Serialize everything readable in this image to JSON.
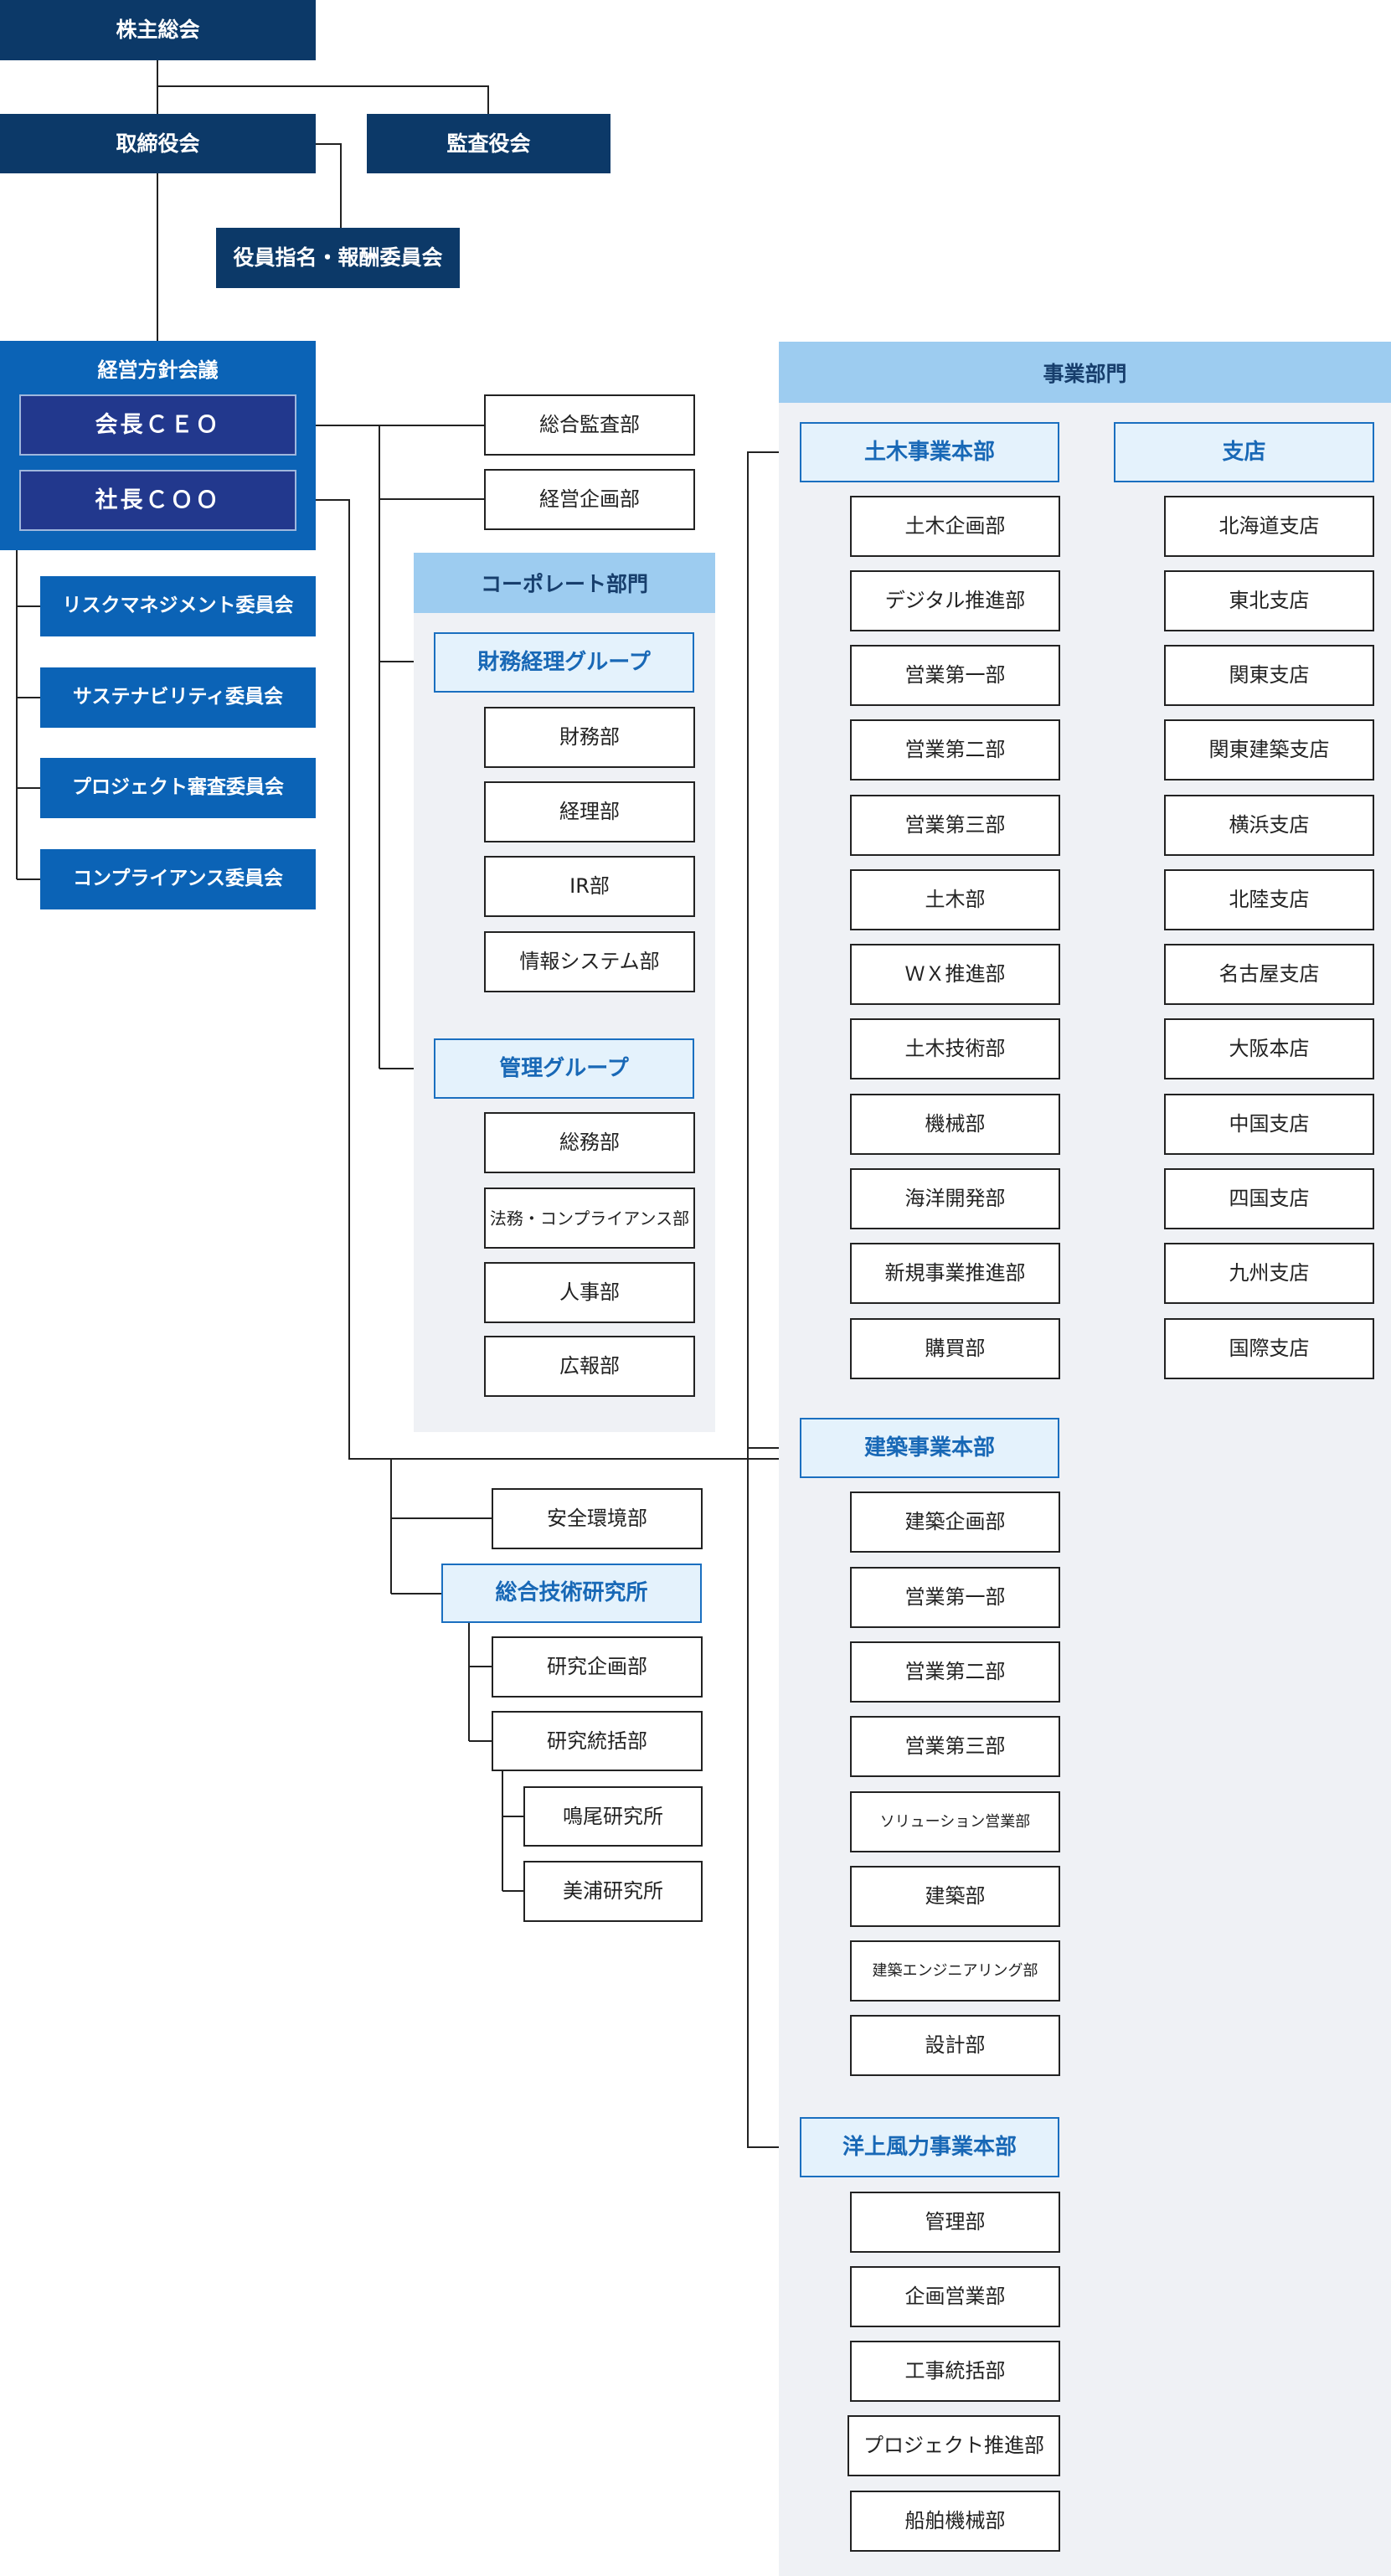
{
  "governance": {
    "shareholders": "株主総会",
    "board": "取締役会",
    "auditors": "監査役会",
    "nomination": "役員指名・報酬委員会"
  },
  "management": {
    "meeting": "経営方針会議",
    "ceo": "会長ＣＥＯ",
    "coo": "社長ＣＯＯ"
  },
  "committees": [
    "リスクマネジメント委員会",
    "サステナビリティ委員会",
    "プロジェクト審査委員会",
    "コンプライアンス委員会"
  ],
  "direct": [
    "総合監査部",
    "経営企画部"
  ],
  "corporate": {
    "title": "コーポレート部門",
    "finance": {
      "name": "財務経理グループ",
      "depts": [
        "財務部",
        "経理部",
        "IR部",
        "情報システム部"
      ]
    },
    "admin": {
      "name": "管理グループ",
      "depts": [
        "総務部",
        "法務・コンプライアンス部",
        "人事部",
        "広報部"
      ]
    }
  },
  "safety": "安全環境部",
  "research": {
    "name": "総合技術研究所",
    "planning": "研究企画部",
    "supervision": "研究統括部",
    "labs": [
      "鳴尾研究所",
      "美浦研究所"
    ]
  },
  "business": {
    "title": "事業部門",
    "civil": {
      "name": "土木事業本部",
      "depts": [
        "土木企画部",
        "デジタル推進部",
        "営業第一部",
        "営業第二部",
        "営業第三部",
        "土木部",
        "ＷＸ推進部",
        "土木技術部",
        "機械部",
        "海洋開発部",
        "新規事業推進部",
        "購買部"
      ]
    },
    "building": {
      "name": "建築事業本部",
      "depts": [
        "建築企画部",
        "営業第一部",
        "営業第二部",
        "営業第三部",
        "ソリューション営業部",
        "建築部",
        "建築エンジニアリング部",
        "設計部"
      ]
    },
    "offshore": {
      "name": "洋上風力事業本部",
      "depts": [
        "管理部",
        "企画営業部",
        "工事統括部",
        "プロジェクト推進部",
        "船舶機械部"
      ]
    },
    "branches": {
      "name": "支店",
      "list": [
        "北海道支店",
        "東北支店",
        "関東支店",
        "関東建築支店",
        "横浜支店",
        "北陸支店",
        "名古屋支店",
        "大阪本店",
        "中国支店",
        "四国支店",
        "九州支店",
        "国際支店"
      ]
    }
  }
}
